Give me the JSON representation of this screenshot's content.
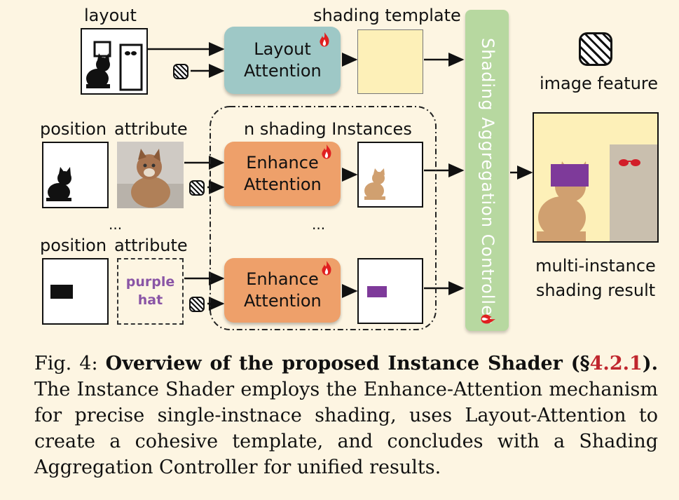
{
  "diagram": {
    "labels": {
      "layout": "layout",
      "shading_template": "shading template",
      "image_feature": "image feature",
      "position": "position",
      "attribute": "attribute",
      "n_instances": "n shading Instances",
      "ellipsis": "...",
      "result": "multi-instance shading result",
      "purple_hat": "purple hat"
    },
    "modules": {
      "layout_attention": "Layout Attention",
      "enhance_attention": "Enhance Attention",
      "controller": "Shading Aggregation Controller"
    },
    "colors": {
      "layout_module": "#9ec8c6",
      "enhance_module": "#eea06a",
      "controller": "#b7d8a0",
      "template": "#fdf0b8",
      "cat_shading": "#d0a070",
      "hat": "#7e3a9a",
      "door": "#c9bfae",
      "flame": "#e02020"
    },
    "icons": [
      "cat-silhouette-icon",
      "cat-photo-icon",
      "door-icon",
      "sunglasses-icon",
      "picture-frame-icon",
      "flame-icon",
      "image-feature-icon"
    ]
  },
  "caption": {
    "prefix": "Fig. 4: ",
    "title": "Overview of the proposed Instance Shader (§",
    "ref": "4.2.1",
    "title_end": ").",
    "body": " The Instance Shader employs the Enhance-Attention mechanism for precise single-instnace shading, uses Layout-Attention to create a cohesive template, and concludes with a Shading Aggregation Controller for unified results."
  }
}
